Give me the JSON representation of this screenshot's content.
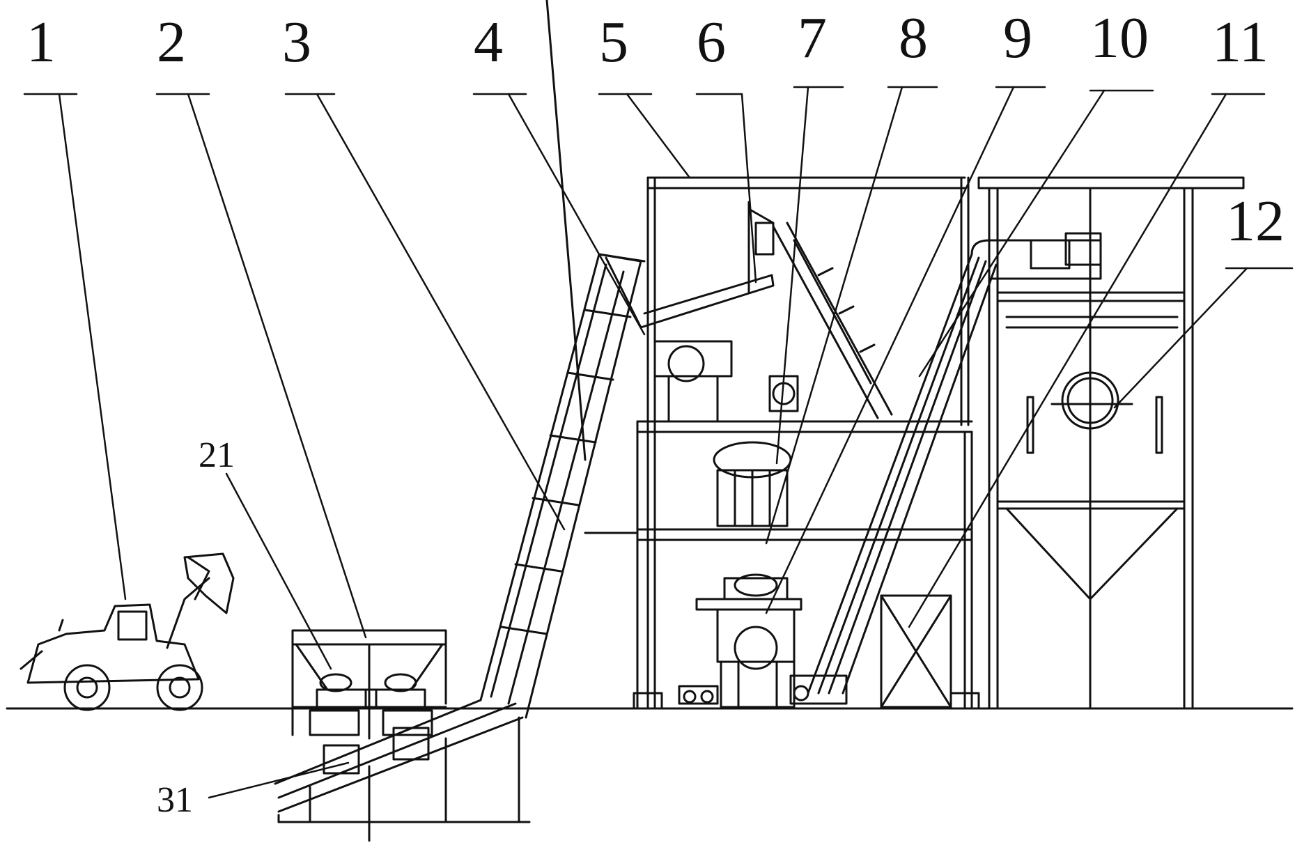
{
  "callouts": [
    {
      "id": "1",
      "label": "1"
    },
    {
      "id": "2",
      "label": "2"
    },
    {
      "id": "3",
      "label": "3"
    },
    {
      "id": "4",
      "label": "4"
    },
    {
      "id": "5",
      "label": "5"
    },
    {
      "id": "6",
      "label": "6"
    },
    {
      "id": "7",
      "label": "7"
    },
    {
      "id": "8",
      "label": "8"
    },
    {
      "id": "9",
      "label": "9"
    },
    {
      "id": "10",
      "label": "10"
    },
    {
      "id": "11",
      "label": "11"
    },
    {
      "id": "12",
      "label": "12"
    },
    {
      "id": "21",
      "label": "21"
    },
    {
      "id": "31",
      "label": "31"
    }
  ]
}
